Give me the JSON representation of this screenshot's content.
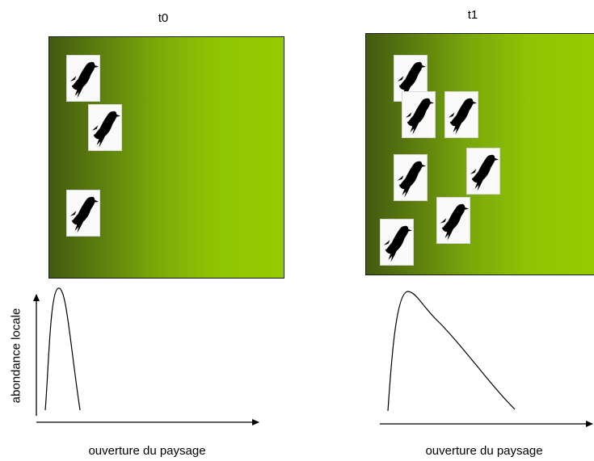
{
  "diagram": {
    "left": {
      "title": "t0",
      "xlabel": "ouverture du paysage",
      "ylabel": "abondance locale",
      "bird_count": 3
    },
    "right": {
      "title": "t1",
      "xlabel": "ouverture du paysage",
      "bird_count": 7
    }
  },
  "colors": {
    "gradient_dark": "#425a10",
    "gradient_light": "#96cb00",
    "bird": "#000000",
    "axis": "#000000"
  },
  "icons": [
    "woodpecker-icon"
  ]
}
